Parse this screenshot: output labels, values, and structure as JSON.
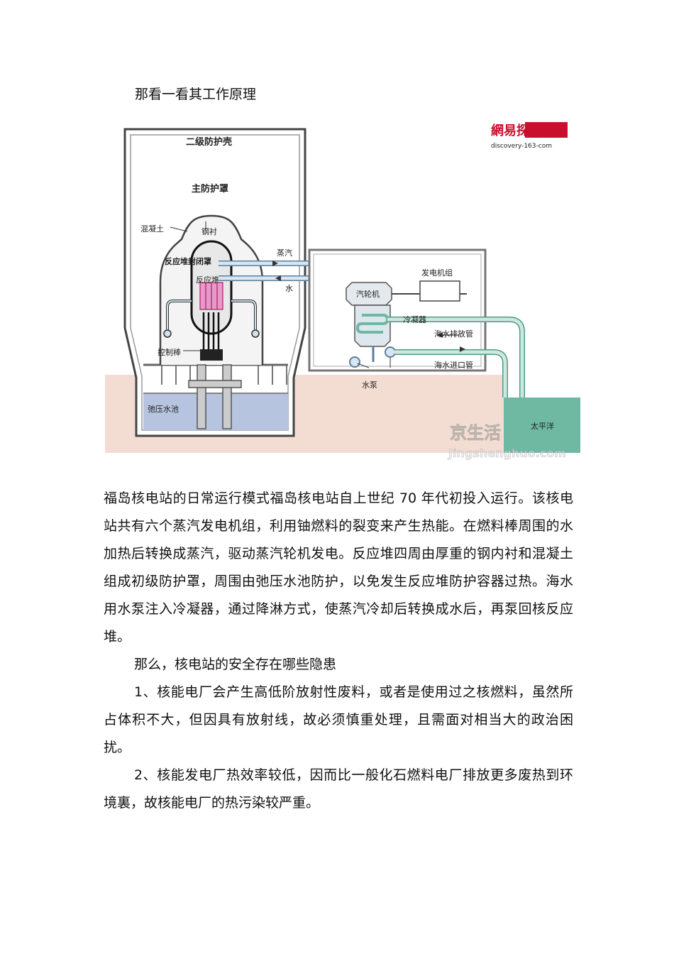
{
  "intro": "那看一看其工作原理",
  "diagram": {
    "secondary_containment": "二级防护壳",
    "primary_containment": "主防护罩",
    "concrete": "混凝土",
    "steel_liner": "钢衬",
    "reactor_vessel": "反应堆封闭罩",
    "reactor": "反应堆",
    "control_rods": "控制棒",
    "suppression_pool": "弛压水池",
    "steam": "蒸汽",
    "water": "水",
    "generator": "发电机组",
    "turbine": "汽轮机",
    "condenser": "冷凝器",
    "seawater_outlet": "海水排放管",
    "seawater_inlet": "海水进口管",
    "pump": "水泵",
    "pacific": "太平洋",
    "logo_top": "網易探索",
    "logo_url": "discovery-163-com",
    "watermark_cn": "京生活",
    "watermark_url": "Jingshenghuo.com"
  },
  "paragraphs": [
    "福岛核电站的日常运行模式福岛核电站自上世纪 70 年代初投入运行。该核电站共有六个蒸汽发电机组，利用铀燃料的裂变来产生热能。在燃料棒周围的水加热后转换成蒸汽，驱动蒸汽轮机发电。反应堆四周由厚重的钢内衬和混凝土组成初级防护罩，周围由弛压水池防护，以免发生反应堆防护容器过热。海水用水泵注入冷凝器，通过降淋方式，使蒸汽冷却后转换成水后，再泵回核反应堆。",
    "那么，核电站的安全存在哪些隐患",
    "1、核能电厂会产生高低阶放射性废料，或者是使用过之核燃料，虽然所占体积不大，但因具有放射线，故必须慎重处理，且需面对相当大的政治困扰。",
    "2、核能发电厂热效率较低，因而比一般化石燃料电厂排放更多废热到环境裏，故核能电厂的热污染较严重。"
  ]
}
